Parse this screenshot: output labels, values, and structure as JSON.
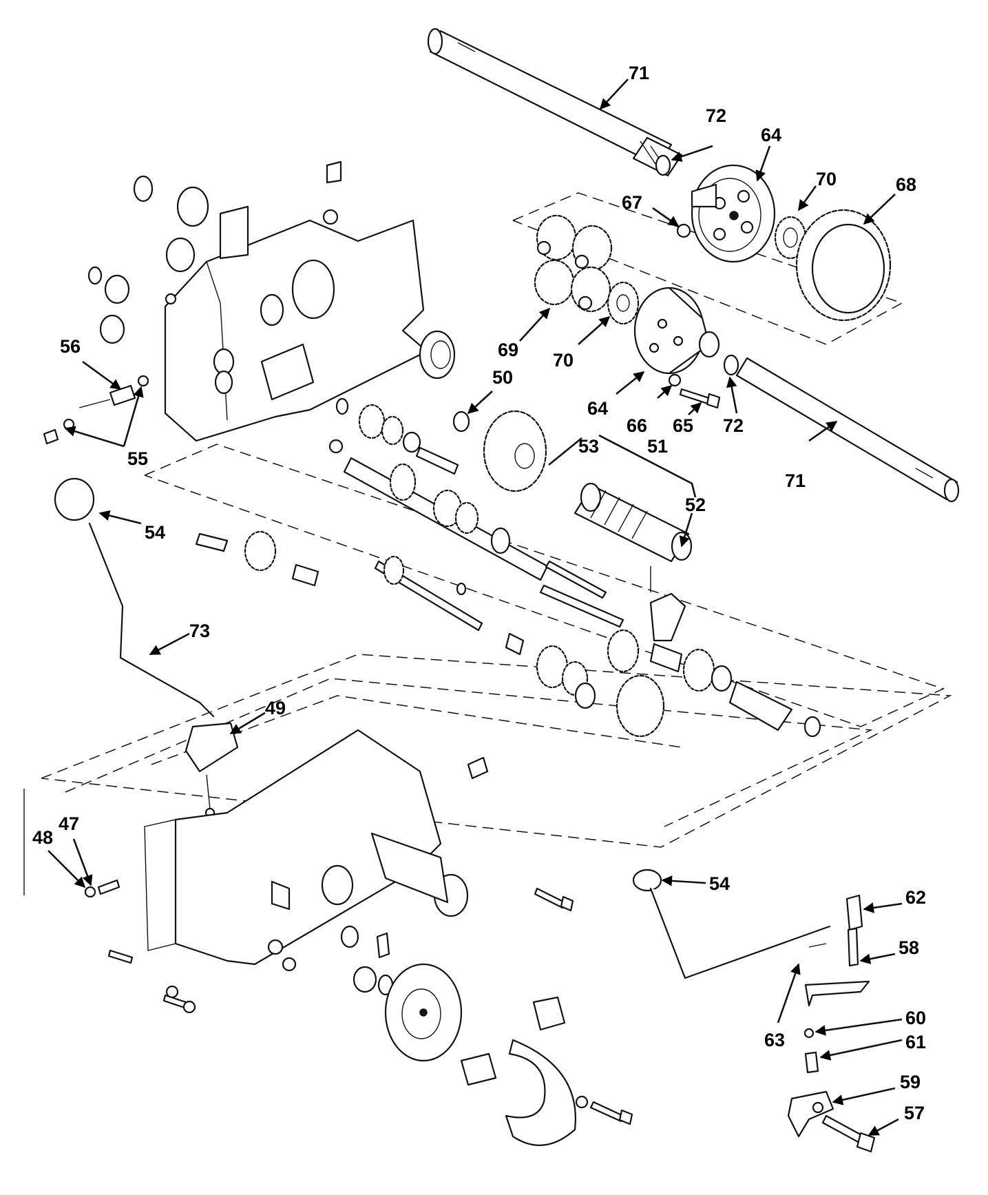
{
  "diagram": {
    "callouts": {
      "c47": "47",
      "c48": "48",
      "c49": "49",
      "c50": "50",
      "c51": "51",
      "c52": "52",
      "c53": "53",
      "c54a": "54",
      "c54b": "54",
      "c55": "55",
      "c56": "56",
      "c57": "57",
      "c58": "58",
      "c59": "59",
      "c60": "60",
      "c61": "61",
      "c62": "62",
      "c63": "63",
      "c64a": "64",
      "c64b": "64",
      "c65": "65",
      "c66": "66",
      "c67": "67",
      "c68": "68",
      "c69": "69",
      "c70a": "70",
      "c70b": "70",
      "c71a": "71",
      "c71b": "71",
      "c72a": "72",
      "c72b": "72",
      "c73": "73"
    }
  }
}
